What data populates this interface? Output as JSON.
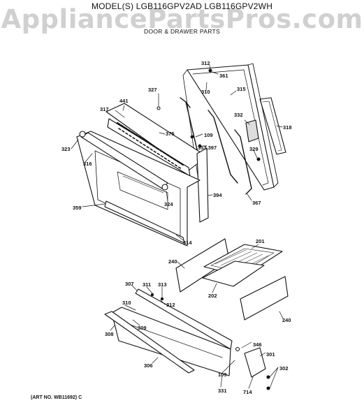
{
  "header": {
    "model_line": "MODEL(S) LGB116GPV2AD  LGB116GPV2WH",
    "subtitle": "DOOR & DRAWER PARTS"
  },
  "watermark": "AppliancePartsPros.com",
  "art_number": "(ART NO. WB11692) C",
  "callouts": [
    {
      "id": "c312a",
      "text": "312"
    },
    {
      "id": "c361",
      "text": "361"
    },
    {
      "id": "c310a",
      "text": "310"
    },
    {
      "id": "c315",
      "text": "315"
    },
    {
      "id": "c327",
      "text": "327"
    },
    {
      "id": "c441",
      "text": "441"
    },
    {
      "id": "c317",
      "text": "317"
    },
    {
      "id": "c332",
      "text": "332"
    },
    {
      "id": "c318",
      "text": "318"
    },
    {
      "id": "c375",
      "text": "375"
    },
    {
      "id": "c109a",
      "text": "109"
    },
    {
      "id": "c353",
      "text": "353,397"
    },
    {
      "id": "c329",
      "text": "329"
    },
    {
      "id": "c323",
      "text": "323"
    },
    {
      "id": "c316",
      "text": "316"
    },
    {
      "id": "c324",
      "text": "324"
    },
    {
      "id": "c394",
      "text": "394"
    },
    {
      "id": "c367",
      "text": "367"
    },
    {
      "id": "c359",
      "text": "359"
    },
    {
      "id": "c314",
      "text": "314"
    },
    {
      "id": "c201",
      "text": "201"
    },
    {
      "id": "c240a",
      "text": "240"
    },
    {
      "id": "c307",
      "text": "307"
    },
    {
      "id": "c311",
      "text": "311"
    },
    {
      "id": "c313",
      "text": "313"
    },
    {
      "id": "c312b",
      "text": "312"
    },
    {
      "id": "c202",
      "text": "202"
    },
    {
      "id": "c310b",
      "text": "310"
    },
    {
      "id": "c309",
      "text": "309"
    },
    {
      "id": "c240b",
      "text": "240"
    },
    {
      "id": "c308",
      "text": "308"
    },
    {
      "id": "c346",
      "text": "346"
    },
    {
      "id": "c301",
      "text": "301"
    },
    {
      "id": "c306",
      "text": "306"
    },
    {
      "id": "c302",
      "text": "302"
    },
    {
      "id": "c109b",
      "text": "109"
    },
    {
      "id": "c331",
      "text": "331"
    },
    {
      "id": "c714",
      "text": "714"
    }
  ]
}
